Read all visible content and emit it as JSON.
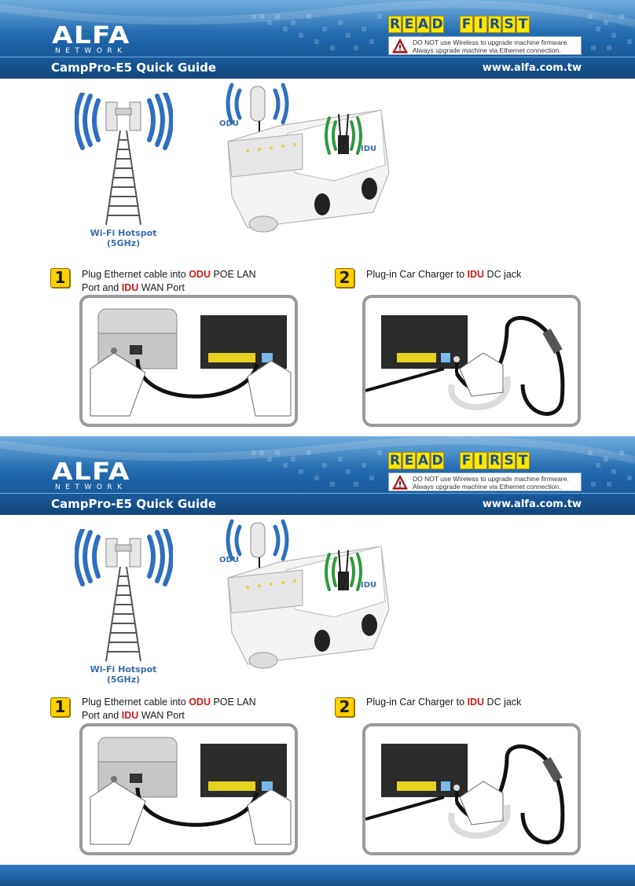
{
  "header": {
    "logo_main": "ALFA",
    "logo_sub": "NETWORK",
    "guide_title": "CampPro-E5 Quick Guide",
    "website": "www.alfa.com.tw",
    "read_first_letters": [
      "R",
      "E",
      "A",
      "D",
      "",
      "F",
      "I",
      "R",
      "S",
      "T"
    ],
    "warning_line1": "DO NOT use Wireless to upgrade machine firmware.",
    "warning_line2": "Always upgrade machine via Ethernet connection."
  },
  "scene": {
    "hotspot_label_1": "Wi-Fi Hotspot",
    "hotspot_label_2": "(5GHz)",
    "odu_label": "ODU",
    "idu_label": "IDU"
  },
  "steps": [
    {
      "number": "1",
      "text_a": "Plug Ethernet cable into ",
      "hl_a": "ODU",
      "text_b": " POE LAN",
      "text_c": "Port and ",
      "hl_b": "IDU",
      "text_d": " WAN Port"
    },
    {
      "number": "2",
      "text_a": "Plug-in Car Charger to ",
      "hl_a": "IDU",
      "text_b": " DC jack"
    }
  ],
  "colors": {
    "band_blue": "#1d62a6",
    "accent_yellow": "#ffd200",
    "highlight_red": "#cc1c1c",
    "signal_blue": "#2f6fc0",
    "signal_green": "#2e9a3a",
    "label_blue": "#3b6ea8"
  }
}
